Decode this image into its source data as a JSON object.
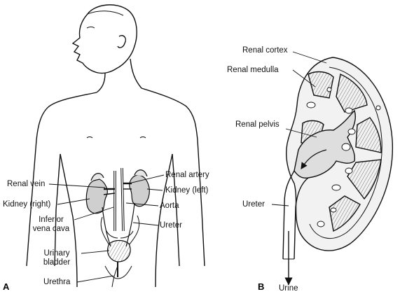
{
  "panels": {
    "a": "A",
    "b": "B"
  },
  "labels_a": {
    "renal_vein": "Renal vein",
    "renal_artery": "Renal artery",
    "kidney_left": "Kidney (left)",
    "kidney_right": "Kidney (right)",
    "aorta": "Aorta",
    "inferior_vena_cava_line1": "Inferior",
    "inferior_vena_cava_line2": "vena cava",
    "ureter": "Ureter",
    "urinary_bladder_line1": "Urinary",
    "urinary_bladder_line2": "bladder",
    "urethra": "Urethra"
  },
  "labels_b": {
    "renal_cortex": "Renal cortex",
    "renal_medulla": "Renal medulla",
    "renal_pelvis": "Renal pelvis",
    "ureter": "Ureter",
    "urine": "Urine"
  },
  "colors": {
    "ink": "#111111",
    "kidney_fill": "#cfcfcf",
    "pelvis_fill": "#dedede",
    "cortex_fill": "#f2f2f2"
  }
}
